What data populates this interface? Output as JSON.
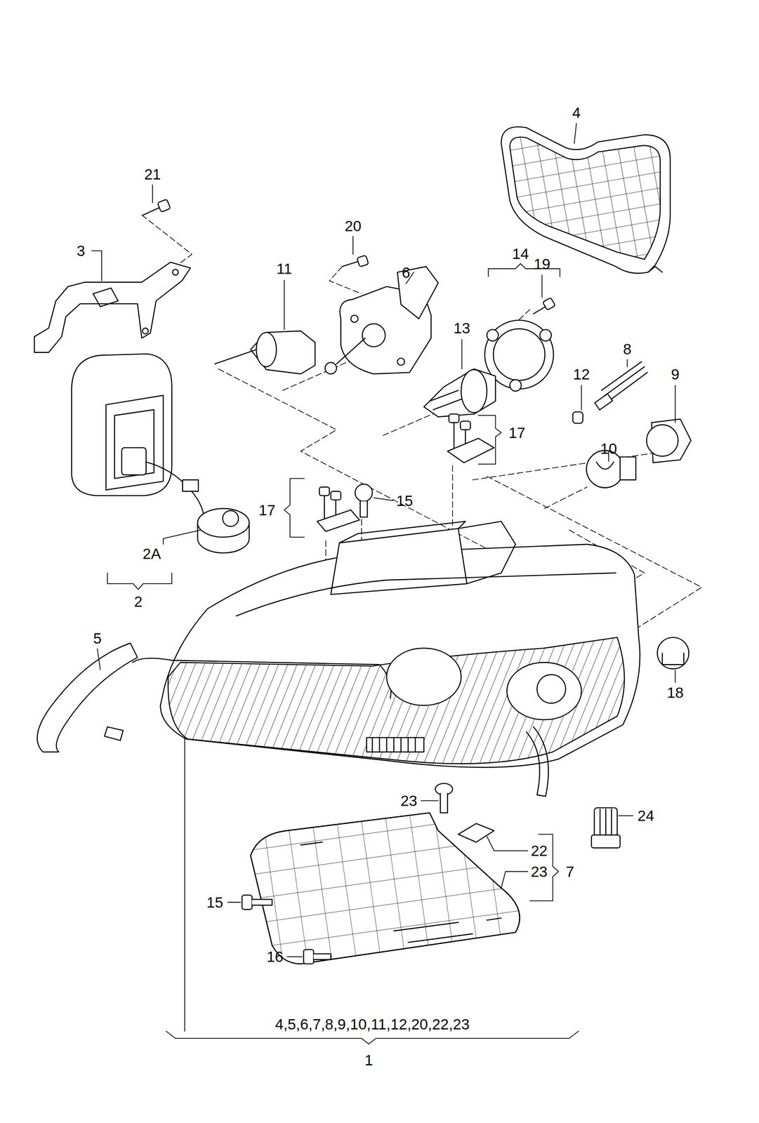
{
  "diagram": {
    "labels": [
      "4",
      "21",
      "20",
      "14",
      "3",
      "11",
      "6",
      "19",
      "13",
      "8",
      "12",
      "9",
      "17",
      "10",
      "17",
      "15",
      "2A",
      "2",
      "5",
      "18",
      "23",
      "24",
      "22",
      "23",
      "7",
      "15",
      "16",
      "4,5,6,7,8,9,10,11,12,20,22,23",
      "1"
    ]
  }
}
